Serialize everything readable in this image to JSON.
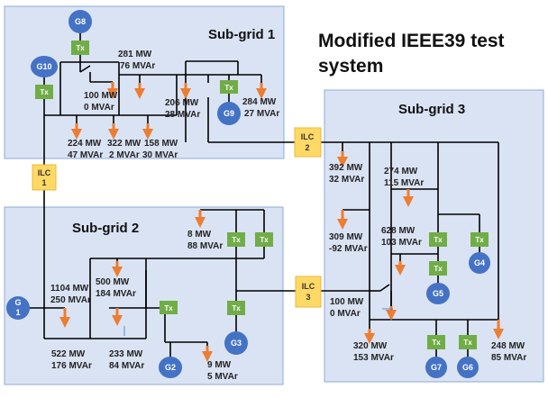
{
  "title": {
    "line1": "Modified IEEE39 test",
    "line2": "system"
  },
  "regions": {
    "sg1": "Sub-grid 1",
    "sg2": "Sub-grid 2",
    "sg3": "Sub-grid 3"
  },
  "generators": {
    "g8": "G8",
    "g10": "G10",
    "g9": "G9",
    "g1a": "G",
    "g1b": "1",
    "g2": "G2",
    "g3": "G3",
    "g4": "G4",
    "g5": "G5",
    "g7": "G7",
    "g6": "G6"
  },
  "transformer_label": "Tx",
  "ilc": {
    "ilc1": {
      "line1": "ILC",
      "line2": "1"
    },
    "ilc2": {
      "line1": "ILC",
      "line2": "2"
    },
    "ilc3": {
      "line1": "ILC",
      "line2": "3"
    }
  },
  "loads": {
    "l281": {
      "p": "281 MW",
      "q": "76 MVAr"
    },
    "l100a": {
      "p": "100 MW",
      "q": "0 MVAr"
    },
    "l206": {
      "p": "206 MW",
      "q": "28 MVAr"
    },
    "l284": {
      "p": "284 MW",
      "q": "27 MVAr"
    },
    "l224": {
      "p": "224 MW",
      "q": "47 MVAr"
    },
    "l322": {
      "p": "322 MW",
      "q": "2 MVAr"
    },
    "l158": {
      "p": "158 MW",
      "q": "30 MVAr"
    },
    "l392": {
      "p": "392 MW",
      "q": "32 MVAr"
    },
    "l274": {
      "p": "274 MW",
      "q": "115 MVAr"
    },
    "l309": {
      "p": "309 MW",
      "q": "-92 MVAr"
    },
    "l628": {
      "p": "628 MW",
      "q": "103 MVAr"
    },
    "l100b": {
      "p": "100 MW",
      "q": "0 MVAr"
    },
    "l320": {
      "p": "320 MW",
      "q": "153 MVAr"
    },
    "l248": {
      "p": "248 MW",
      "q": "85 MVAr"
    },
    "l8": {
      "p": "8 MW",
      "q": "88 MVAr"
    },
    "l500": {
      "p": "500 MW",
      "q": "184 MVAr"
    },
    "l1104": {
      "p": "1104 MW",
      "q": "250 MVAr"
    },
    "l522": {
      "p": "522 MW",
      "q": "176 MVAr"
    },
    "l233": {
      "p": "233 MW",
      "q": "84 MVAr"
    },
    "l9": {
      "p": "9 MW",
      "q": "5 MVAr"
    }
  },
  "colors": {
    "region_fill": "#dae3f3",
    "region_border": "#8faadc",
    "generator": "#4472c4",
    "transformer": "#70ad47",
    "ilc": "#ffd966",
    "load_arrow": "#ed7d31"
  }
}
